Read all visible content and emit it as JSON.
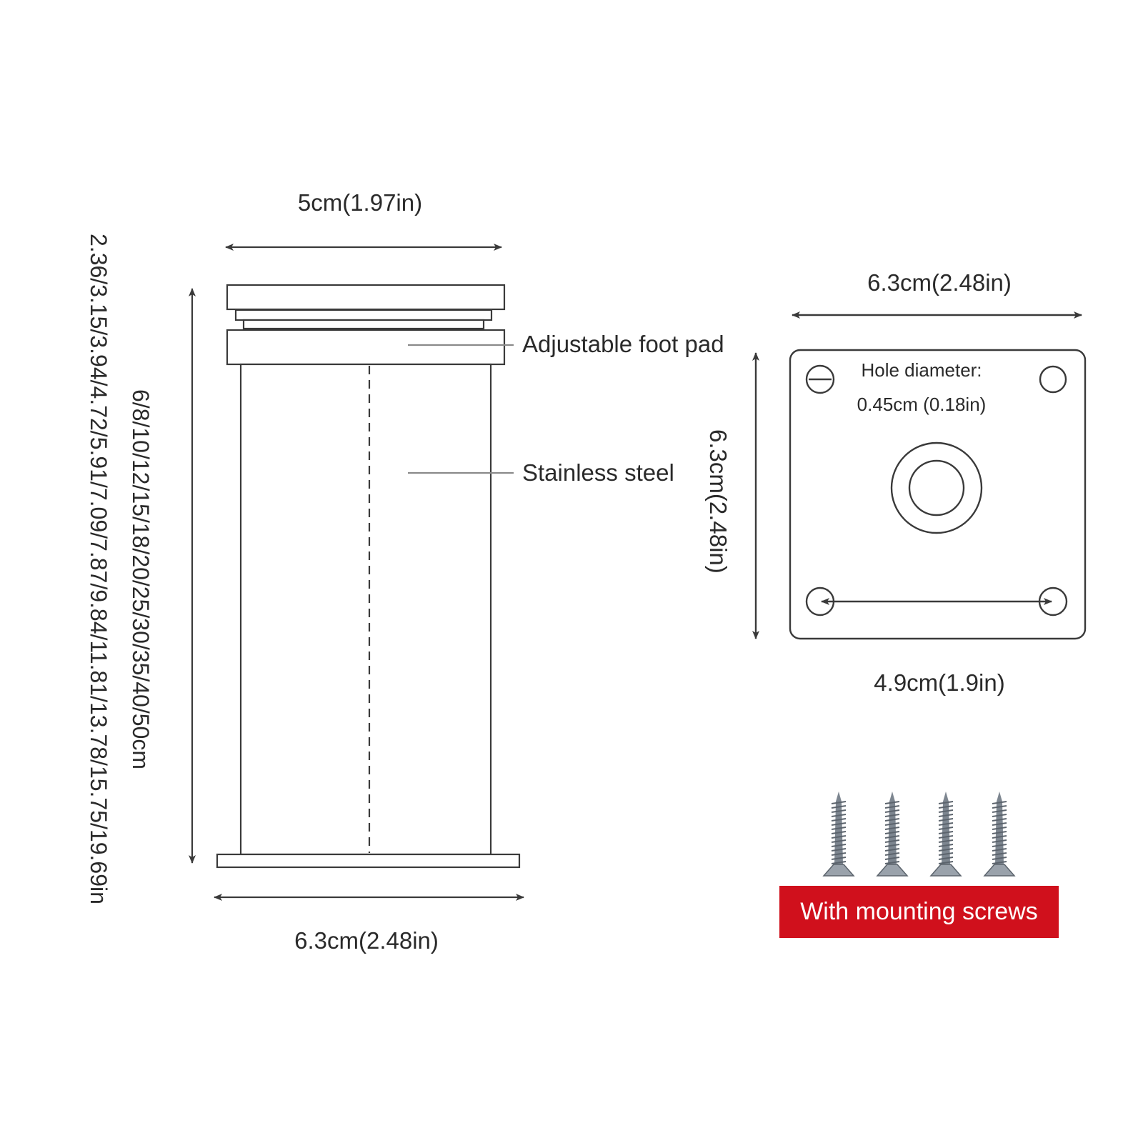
{
  "colors": {
    "line": "#3a3a3a",
    "text": "#2a2a2a",
    "badge_bg": "#d0101c",
    "badge_text": "#ffffff",
    "screw": "#7d8690"
  },
  "leg": {
    "top_width": "5cm(1.97in)",
    "bottom_width": "6.3cm(2.48in)",
    "foot_pad_label": "Adjustable foot pad",
    "material_label": "Stainless steel",
    "height_cm": "6/8/10/12/15/18/20/25/30/35/40/50cm",
    "height_in": "2.36/3.15/3.94/4.72/5.91/7.09/7.87/9.84/11.81/13.78/15.75/19.69in"
  },
  "plate": {
    "width": "6.3cm(2.48in)",
    "height": "6.3cm(2.48in)",
    "hole_label_line1": "Hole diameter:",
    "hole_label_line2": "0.45cm (0.18in)",
    "hole_spacing": "4.9cm(1.9in)"
  },
  "screws": {
    "icon": "screw-icon",
    "count": 4,
    "badge": "With mounting screws"
  }
}
